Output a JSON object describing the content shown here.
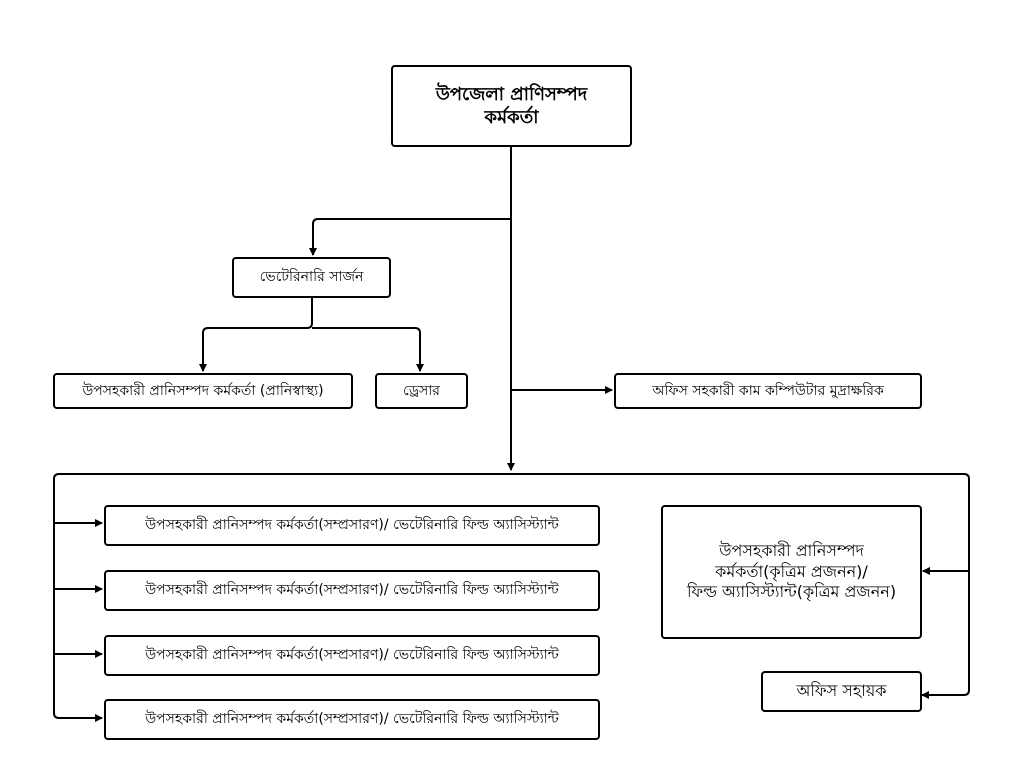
{
  "head": {
    "line1": "উপজেলা প্রাণিসম্পদ",
    "line2": "কর্মকর্তা"
  },
  "vet_surgeon": "ভেটেরিনারি সার্জন",
  "animal_health_officer": "উপসহকারী প্রানিসম্পদ কর্মকর্তা (প্রানিস্বাস্থ্য)",
  "dresser": "ড্রেসার",
  "office_assistant_computer": "অফিস সহকারী কাম কম্পিউটার মুদ্রাক্ষরিক",
  "extension_officers": [
    "উপসহকারী প্রানিসম্পদ কর্মকর্তা(সম্প্রসারণ)/ ভেটেরিনারি ফিল্ড অ্যাসিস্ট্যান্ট",
    "উপসহকারী প্রানিসম্পদ কর্মকর্তা(সম্প্রসারণ)/ ভেটেরিনারি ফিল্ড অ্যাসিস্ট্যান্ট",
    "উপসহকারী প্রানিসম্পদ কর্মকর্তা(সম্প্রসারণ)/ ভেটেরিনারি ফিল্ড অ্যাসিস্ট্যান্ট",
    "উপসহকারী প্রানিসম্পদ কর্মকর্তা(সম্প্রসারণ)/ ভেটেরিনারি ফিল্ড অ্যাসিস্ট্যান্ট"
  ],
  "ai_officer": {
    "line1": "উপসহকারী প্রানিসম্পদ",
    "line2": "কর্মকর্তা(কৃত্রিম প্রজনন)/",
    "line3": "ফিল্ড অ্যাসিস্ট্যান্ট(কৃত্রিম প্রজনন)"
  },
  "office_helper": "অফিস সহায়ক"
}
